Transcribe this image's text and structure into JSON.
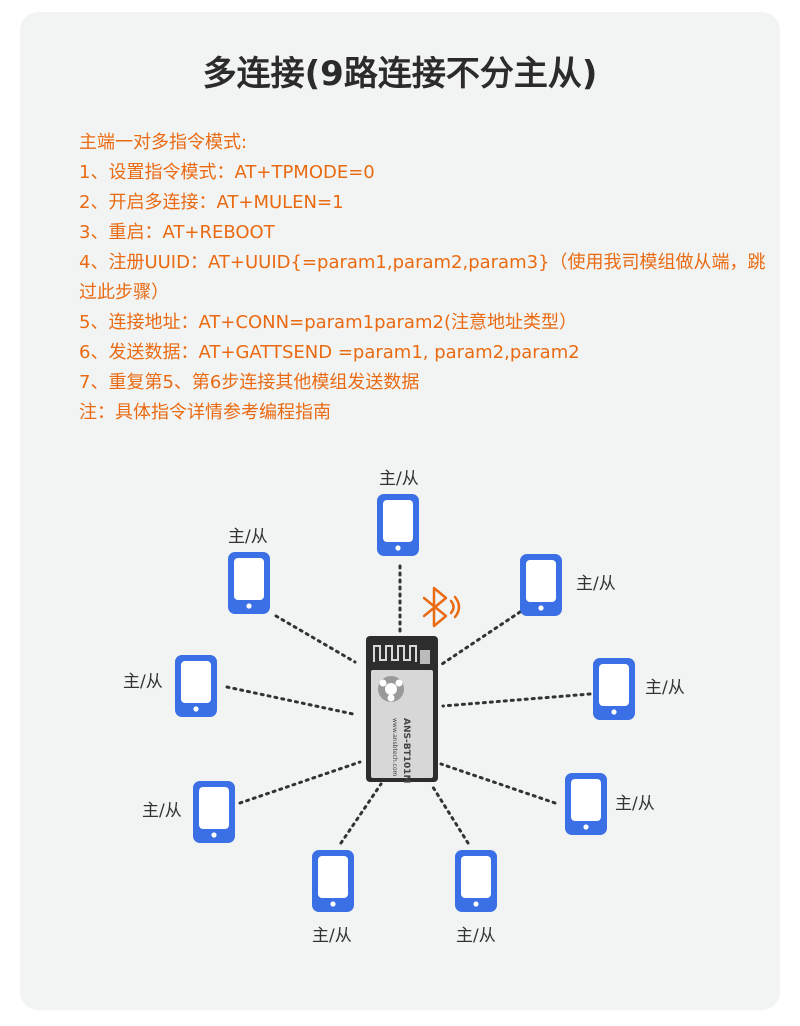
{
  "title": "多连接(9路连接不分主从)",
  "instructions": [
    "主端一对多指令模式:",
    "1、设置指令模式：AT+TPMODE=0",
    "2、开启多连接：AT+MULEN=1",
    "3、重启：AT+REBOOT",
    "4、注册UUID：AT+UUID{=param1,param2,param3}（使用我司模组做从端，跳过此步骤）",
    "5、连接地址：AT+CONN=param1param2(注意地址类型）",
    "6、发送数据：AT+GATTSEND =param1, param2,param2",
    "7、重复第5、第6步连接其他模组发送数据",
    "注：具体指令详情参考编程指南"
  ],
  "diagram": {
    "module": {
      "model_text": "ANS-BT101M",
      "site_text": "www.ansbtech.com"
    },
    "nodes": [
      {
        "label": "主/从"
      },
      {
        "label": "主/从"
      },
      {
        "label": "主/从"
      },
      {
        "label": "主/从"
      },
      {
        "label": "主/从"
      },
      {
        "label": "主/从"
      },
      {
        "label": "主/从"
      },
      {
        "label": "主/从"
      },
      {
        "label": "主/从"
      }
    ],
    "colors": {
      "phone": "#3b6fe6",
      "bluetooth": "#ea6a12",
      "link": "#333333"
    },
    "bluetooth_icon": "bluetooth-icon"
  }
}
